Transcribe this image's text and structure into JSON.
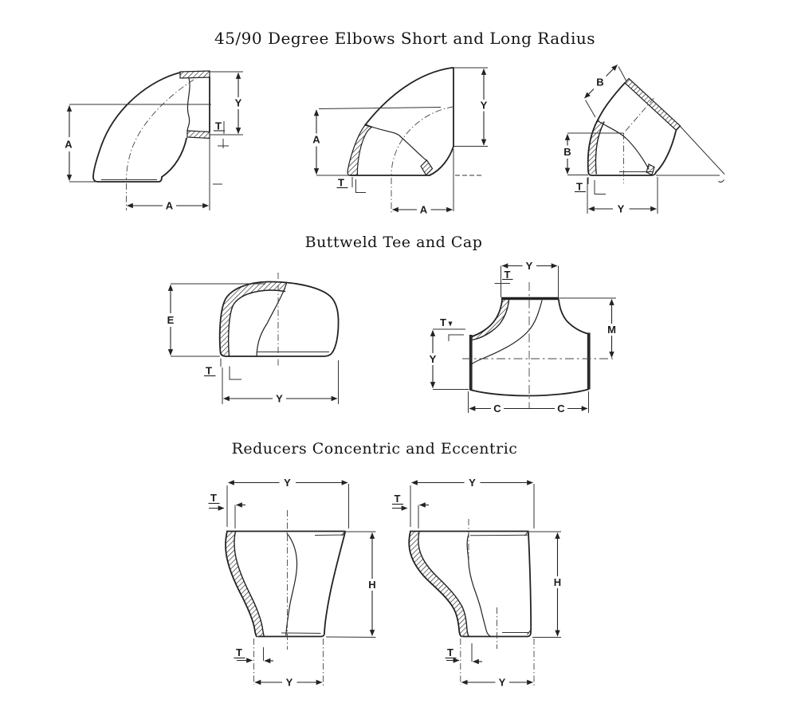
{
  "document": {
    "background_color": "#ffffff",
    "line_color": "#222222"
  },
  "sections": [
    {
      "title": "45/90 Degree Elbows Short and Long Radius",
      "figures": [
        {
          "labels": {
            "center_to_face_left": "A",
            "face_height_right": "Y",
            "wall_thickness": "T",
            "center_to_face_bottom": "A"
          }
        },
        {
          "labels": {
            "center_to_face_left": "A",
            "face_height_right": "Y",
            "wall_thickness": "T",
            "center_to_face_bottom": "A"
          }
        },
        {
          "labels": {
            "axis_length_top": "B",
            "center_to_face_left": "B",
            "wall_thickness": "T",
            "face_width_bottom": "Y"
          }
        }
      ]
    },
    {
      "title": "Buttweld Tee and Cap",
      "figures": [
        {
          "labels": {
            "height": "E",
            "wall_thickness": "T",
            "length": "Y"
          }
        },
        {
          "labels": {
            "outlet_width_top": "Y",
            "wall_thickness_top": "T",
            "wall_thickness_left": "T",
            "run_height_left": "Y",
            "center_to_face_right": "M",
            "center_to_end_left": "C",
            "center_to_end_right": "C"
          }
        }
      ]
    },
    {
      "title": "Reducers Concentric and Eccentric",
      "figures": [
        {
          "labels": {
            "large_end_width": "Y",
            "wall_thickness_top": "T",
            "height": "H",
            "wall_thickness_bottom": "T",
            "small_end_width": "Y"
          }
        },
        {
          "labels": {
            "large_end_width": "Y",
            "wall_thickness_top": "T",
            "height": "H",
            "wall_thickness_bottom": "T",
            "small_end_width": "Y"
          }
        }
      ]
    }
  ]
}
